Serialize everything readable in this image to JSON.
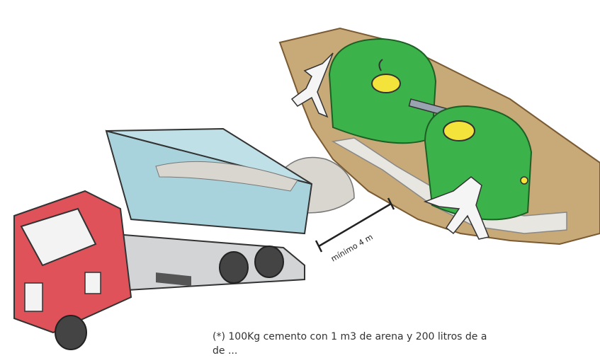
{
  "scene": {
    "distance_label": "mínimo 4 m"
  },
  "note": {
    "line1": "(*) 100Kg cemento con 1 m3 de arena y 200 litros de a",
    "line2": "de ..."
  },
  "colors": {
    "truck_cab": "#e0525a",
    "truck_bed": "#a9d3dc",
    "tank_green": "#3cb34a",
    "tank_lid": "#f3e33a",
    "soil": "#c8a978",
    "sand": "#d9d6cf"
  }
}
